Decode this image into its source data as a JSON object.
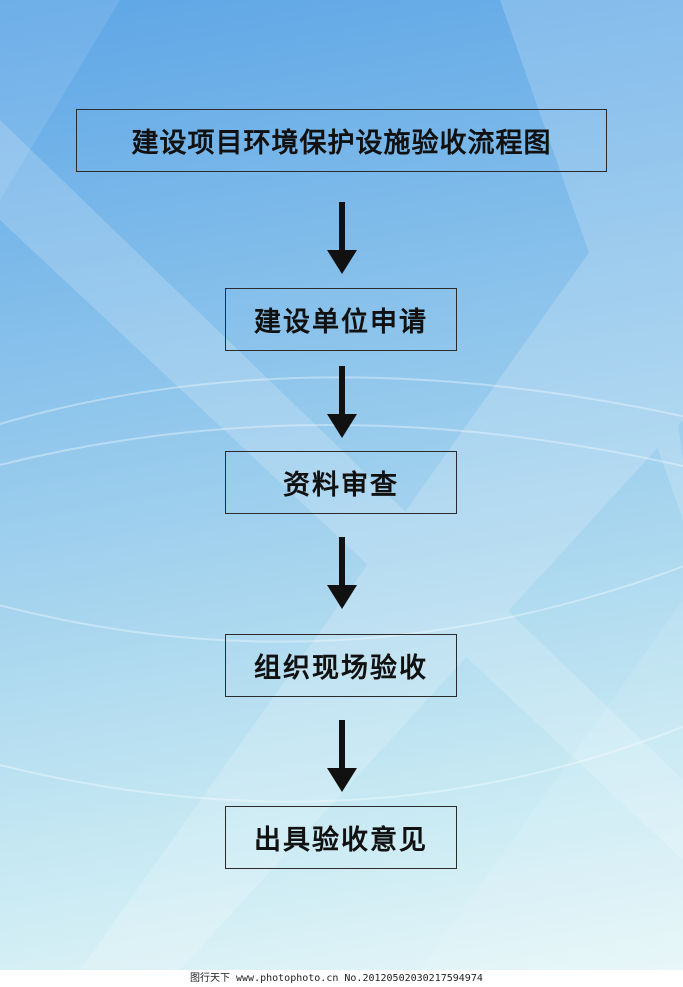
{
  "flowchart": {
    "title": "建设项目环境保护设施验收流程图",
    "steps": [
      "建设单位申请",
      "资料审查",
      "组织现场验收",
      "出具验收意见"
    ]
  },
  "watermark": {
    "text": "图行天下 www.photophoto.cn No.20120502030217594974"
  },
  "colors": {
    "background_top": "#5ea6e6",
    "background_bottom": "#e6f6f8",
    "box_border": "#2b2b2b",
    "arrow": "#111111"
  }
}
